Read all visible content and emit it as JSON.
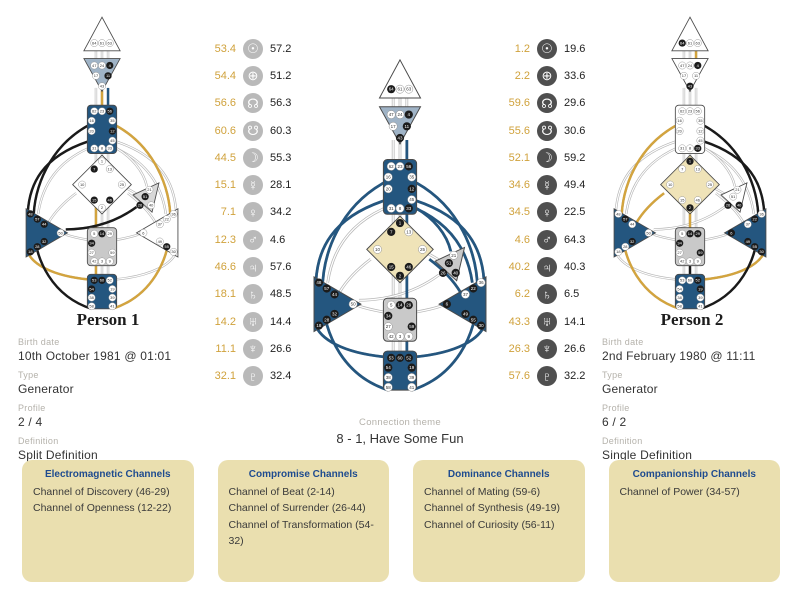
{
  "colors": {
    "gold": "#d3a43e",
    "blue": "#24567f",
    "black": "#1a1a1a",
    "slate": "#9fb3c6",
    "tan_center": "#efe3b8",
    "gray_center": "#c9c9c9",
    "box_bg": "#eadfaf",
    "box_title": "#1e4b8f",
    "design_text": "#d0a23c"
  },
  "person1": {
    "title": "Person 1",
    "birth_date_label": "Birth date",
    "birth_date": "10th October 1981 @ 01:01",
    "type_label": "Type",
    "type": "Generator",
    "profile_label": "Profile",
    "profile": "2 / 4",
    "definition_label": "Definition",
    "definition": "Split Definition"
  },
  "person2": {
    "title": "Person 2",
    "birth_date_label": "Birth date",
    "birth_date": "2nd February 1980 @ 11:11",
    "type_label": "Type",
    "type": "Generator",
    "profile_label": "Profile",
    "profile": "6 / 2",
    "definition_label": "Definition",
    "definition": "Single Definition"
  },
  "connection": {
    "label": "Connection theme",
    "value": "8 - 1, Have Some Fun"
  },
  "planet_tables": {
    "person1": {
      "icon_bg": "#b9b9b9",
      "rows": [
        {
          "planet": "Sun",
          "glyph": "☉",
          "design": "53.4",
          "personality": "57.2"
        },
        {
          "planet": "Earth",
          "glyph": "⊕",
          "design": "54.4",
          "personality": "51.2"
        },
        {
          "planet": "North Node",
          "glyph": "☊",
          "design": "56.6",
          "personality": "56.3"
        },
        {
          "planet": "South Node",
          "glyph": "☋",
          "design": "60.6",
          "personality": "60.3"
        },
        {
          "planet": "Moon",
          "glyph": "☽",
          "design": "44.5",
          "personality": "55.3"
        },
        {
          "planet": "Mercury",
          "glyph": "☿",
          "design": "15.1",
          "personality": "28.1"
        },
        {
          "planet": "Venus",
          "glyph": "♀",
          "design": "7.1",
          "personality": "34.2"
        },
        {
          "planet": "Mars",
          "glyph": "♂",
          "design": "12.3",
          "personality": "4.6"
        },
        {
          "planet": "Jupiter",
          "glyph": "♃",
          "design": "46.6",
          "personality": "57.6"
        },
        {
          "planet": "Saturn",
          "glyph": "♄",
          "design": "18.1",
          "personality": "48.5"
        },
        {
          "planet": "Uranus",
          "glyph": "♅",
          "design": "14.2",
          "personality": "14.4"
        },
        {
          "planet": "Neptune",
          "glyph": "♆",
          "design": "11.1",
          "personality": "26.6"
        },
        {
          "planet": "Pluto",
          "glyph": "♇",
          "design": "32.1",
          "personality": "32.4"
        }
      ]
    },
    "person2": {
      "icon_bg": "#4f4f4f",
      "rows": [
        {
          "planet": "Sun",
          "glyph": "☉",
          "design": "1.2",
          "personality": "19.6"
        },
        {
          "planet": "Earth",
          "glyph": "⊕",
          "design": "2.2",
          "personality": "33.6"
        },
        {
          "planet": "North Node",
          "glyph": "☊",
          "design": "59.6",
          "personality": "29.6"
        },
        {
          "planet": "South Node",
          "glyph": "☋",
          "design": "55.6",
          "personality": "30.6"
        },
        {
          "planet": "Moon",
          "glyph": "☽",
          "design": "52.1",
          "personality": "59.2"
        },
        {
          "planet": "Mercury",
          "glyph": "☿",
          "design": "34.6",
          "personality": "49.4"
        },
        {
          "planet": "Venus",
          "glyph": "♀",
          "design": "34.5",
          "personality": "22.5"
        },
        {
          "planet": "Mars",
          "glyph": "♂",
          "design": "4.6",
          "personality": "64.3"
        },
        {
          "planet": "Jupiter",
          "glyph": "♃",
          "design": "40.2",
          "personality": "40.3"
        },
        {
          "planet": "Saturn",
          "glyph": "♄",
          "design": "6.2",
          "personality": "6.5"
        },
        {
          "planet": "Uranus",
          "glyph": "♅",
          "design": "43.3",
          "personality": "14.1"
        },
        {
          "planet": "Neptune",
          "glyph": "♆",
          "design": "26.3",
          "personality": "26.6"
        },
        {
          "planet": "Pluto",
          "glyph": "♇",
          "design": "57.6",
          "personality": "32.2"
        }
      ]
    }
  },
  "channel_groups": [
    {
      "title": "Electromagnetic Channels",
      "items": [
        "Channel of Discovery (46-29)",
        "Channel of Openness (12-22)"
      ]
    },
    {
      "title": "Compromise Channels",
      "items": [
        "Channel of Beat (2-14)",
        "Channel of Surrender (26-44)",
        "Channel of Transformation (54-32)"
      ]
    },
    {
      "title": "Dominance Channels",
      "items": [
        "Channel of Mating (59-6)",
        "Channel of Synthesis (49-19)",
        "Channel of Curiosity (56-11)"
      ]
    },
    {
      "title": "Companionship Channels",
      "items": [
        "Channel of Power (34-57)"
      ]
    }
  ],
  "charts": {
    "person1": {
      "centers": {
        "head": "#ffffff",
        "ajna": "#9fb3c6",
        "throat": "#24567f",
        "g": "#ffffff",
        "heart": "#d8d8d8",
        "spleen": "#24567f",
        "sacral": "#c9c9c9",
        "solar": "#ffffff",
        "root": "#24567f"
      },
      "active_gates": [
        4,
        7,
        11,
        12,
        14,
        15,
        18,
        26,
        28,
        32,
        34,
        44,
        46,
        48,
        51,
        53,
        54,
        55,
        56,
        57,
        60
      ],
      "colored_channels": [
        {
          "id": "av2",
          "color": "#d3a43e"
        },
        {
          "id": "av3",
          "color": "#24567f"
        },
        {
          "id": "gv1",
          "color": "#d3a43e"
        },
        {
          "id": "sv1",
          "color": "#d3a43e"
        },
        {
          "id": "al1",
          "color": "#1a1a1a"
        },
        {
          "id": "al6",
          "color": "#d3a43e"
        },
        {
          "id": "al5",
          "color": "#1a1a1a"
        },
        {
          "id": "ar5",
          "color": "#d3a43e"
        },
        {
          "id": "hl3",
          "color": "#1a1a1a"
        }
      ]
    },
    "connection": {
      "centers": {
        "head": "#ffffff",
        "ajna": "#9fb3c6",
        "throat": "#24567f",
        "g": "#efe3b8",
        "heart": "#c9c9c9",
        "spleen": "#24567f",
        "sacral": "#c9c9c9",
        "solar": "#24567f",
        "root": "#24567f"
      },
      "active_gates": [
        1,
        2,
        4,
        6,
        7,
        11,
        12,
        14,
        15,
        18,
        19,
        22,
        26,
        28,
        29,
        30,
        32,
        33,
        34,
        40,
        43,
        44,
        46,
        48,
        49,
        51,
        52,
        53,
        54,
        55,
        56,
        57,
        59,
        60,
        64
      ],
      "colored_channels": [
        {
          "id": "av3",
          "color": "#24567f"
        },
        {
          "id": "tv3",
          "color": "#24567f"
        },
        {
          "id": "gv3",
          "color": "#24567f"
        },
        {
          "id": "sv3",
          "color": "#24567f"
        },
        {
          "id": "al1",
          "color": "#24567f"
        },
        {
          "id": "al5",
          "color": "#24567f"
        },
        {
          "id": "al6",
          "color": "#24567f"
        },
        {
          "id": "ar1",
          "color": "#24567f"
        },
        {
          "id": "ar2",
          "color": "#24567f"
        },
        {
          "id": "ar5",
          "color": "#24567f"
        },
        {
          "id": "ar6",
          "color": "#24567f"
        },
        {
          "id": "ar3",
          "color": "#24567f"
        },
        {
          "id": "hl1",
          "color": "#24567f"
        }
      ]
    },
    "person2": {
      "centers": {
        "head": "#ffffff",
        "ajna": "#ffffff",
        "throat": "#ffffff",
        "g": "#efe3b8",
        "heart": "#ffffff",
        "spleen": "#24567f",
        "sacral": "#c9c9c9",
        "solar": "#24567f",
        "root": "#24567f"
      },
      "active_gates": [
        1,
        2,
        4,
        6,
        14,
        19,
        22,
        26,
        29,
        30,
        32,
        33,
        34,
        40,
        43,
        49,
        52,
        55,
        57,
        59,
        64
      ],
      "colored_channels": [
        {
          "id": "gv2",
          "color": "#d3a43e"
        },
        {
          "id": "hv3",
          "color": "#d3a43e"
        },
        {
          "id": "al3",
          "color": "#d3a43e"
        },
        {
          "id": "al5",
          "color": "#d3a43e"
        },
        {
          "id": "ar6",
          "color": "#d3a43e"
        },
        {
          "id": "ar5",
          "color": "#1a1a1a"
        },
        {
          "id": "ar1",
          "color": "#1a1a1a"
        },
        {
          "id": "sv2",
          "color": "#1a1a1a"
        }
      ]
    }
  }
}
